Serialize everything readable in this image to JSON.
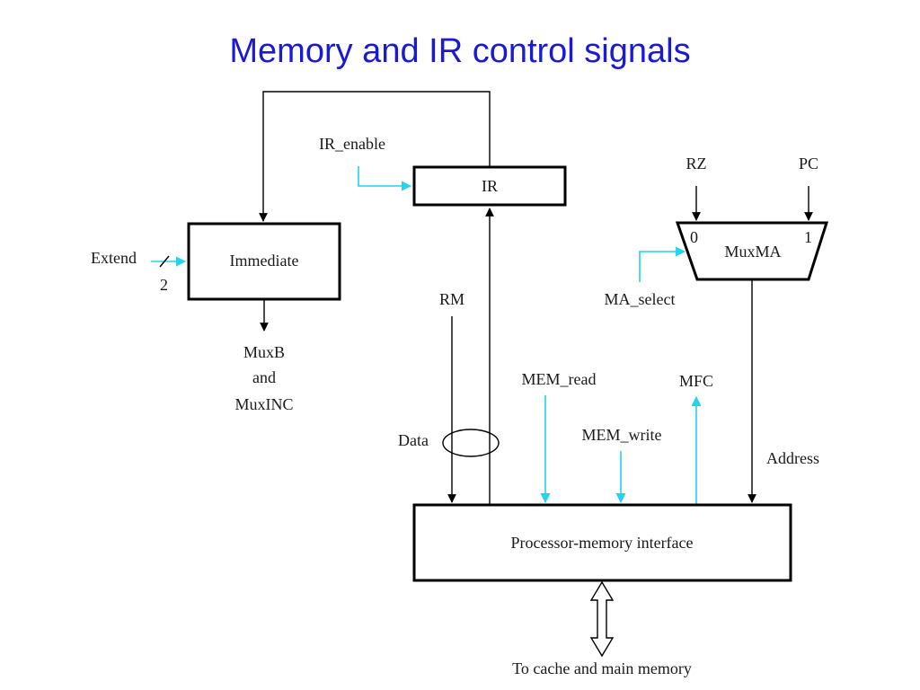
{
  "title": "Memory and IR control signals",
  "blocks": {
    "ir": "IR",
    "immediate": "Immediate",
    "mux_ma": "MuxMA",
    "interface": "Processor-memory interface"
  },
  "mux_inputs": {
    "input_0": "0",
    "input_1": "1"
  },
  "signals": {
    "ir_enable": "IR_enable",
    "extend": "Extend",
    "extend_width": "2",
    "ma_select": "MA_select",
    "mem_read": "MEM_read",
    "mem_write": "MEM_write",
    "mfc": "MFC"
  },
  "labels": {
    "rz": "RZ",
    "pc": "PC",
    "rm": "RM",
    "data": "Data",
    "address": "Address",
    "muxb": "MuxB",
    "and": "and",
    "muxinc": "MuxINC",
    "memory": "To cache and main memory"
  },
  "colors": {
    "title": "#1a1ad6",
    "control": "#22d4ee",
    "wire": "#000000"
  }
}
